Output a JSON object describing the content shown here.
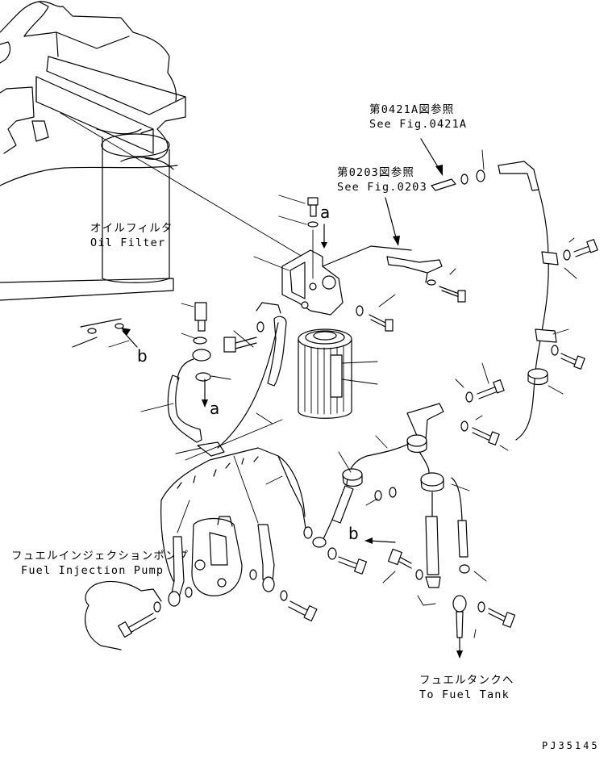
{
  "labels": {
    "oil_filter_jp": "オイルフィルタ",
    "oil_filter_en": "Oil Filter",
    "ref_0421a_jp": "第0421A図参照",
    "ref_0421a_en": "See Fig.0421A",
    "ref_0203_jp": "第0203図参照",
    "ref_0203_en": "See Fig.0203",
    "fuel_pump_jp": "フュエルインジェクションポンプ",
    "fuel_pump_en": "Fuel Injection Pump",
    "fuel_tank_jp": "フュエルタンクへ",
    "fuel_tank_en": "To Fuel Tank",
    "mark_a_top": "a",
    "mark_a_bottom": "a",
    "mark_b_left": "b",
    "mark_b_right": "b",
    "drawing_code": "PJ35145"
  }
}
